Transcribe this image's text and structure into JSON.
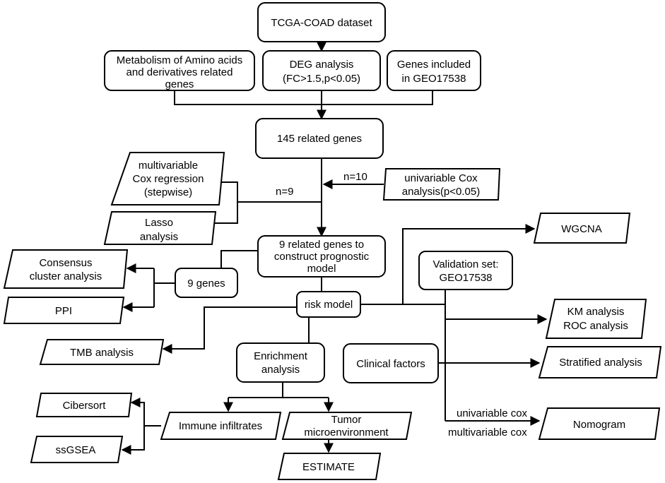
{
  "nodes": {
    "tcga": [
      "TCGA-COAD dataset"
    ],
    "metabolism": [
      "Metabolism of Amino acids",
      "and derivatives  related",
      "genes"
    ],
    "deg": [
      "DEG analysis",
      "(FC>1.5,p<0.05)"
    ],
    "geo_genes": [
      "Genes included",
      "in GEO17538"
    ],
    "related145": [
      "145 related genes"
    ],
    "multi_cox": [
      "multivariable",
      "Cox regression",
      "(stepwise)"
    ],
    "lasso": [
      "Lasso",
      "analysis"
    ],
    "uni_cox": [
      "univariable Cox",
      "analysis(p<0.05)"
    ],
    "nine_related": [
      "9 related genes to",
      "construct prognostic",
      "model"
    ],
    "consensus": [
      "Consensus",
      "cluster analysis"
    ],
    "nine_genes": [
      "9 genes"
    ],
    "ppi": [
      "PPI"
    ],
    "tmb": [
      "TMB analysis"
    ],
    "risk_model": [
      "risk model"
    ],
    "wgcna": [
      "WGCNA"
    ],
    "validation": [
      "Validation set:",
      "GEO17538"
    ],
    "km_roc": [
      "KM analysis",
      "ROC analysis"
    ],
    "enrichment": [
      "Enrichment",
      "analysis"
    ],
    "clinical": [
      "Clinical factors"
    ],
    "stratified": [
      "Stratified analysis"
    ],
    "cibersort": [
      "Cibersort"
    ],
    "immune": [
      "Immune infiltrates"
    ],
    "tumor_micro": [
      "Tumor",
      "microenvironment"
    ],
    "ssgsea": [
      "ssGSEA"
    ],
    "nomogram": [
      "Nomogram"
    ],
    "estimate": [
      "ESTIMATE"
    ]
  },
  "edge_labels": {
    "n10": "n=10",
    "n9": "n=9",
    "uni_cox_lbl": "univariable cox",
    "multi_cox_lbl": "multivariable cox"
  }
}
